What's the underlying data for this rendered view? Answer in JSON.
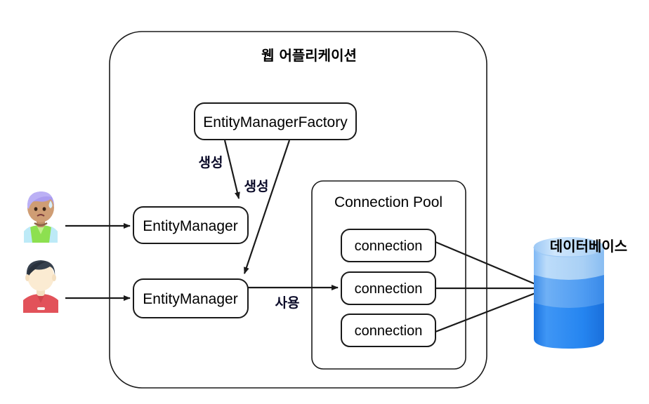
{
  "diagram": {
    "title": "웹 어플리케이션",
    "container_label": "웹 어플리케이션",
    "factory": {
      "label": "EntityManagerFactory"
    },
    "entity_managers": [
      {
        "label": "EntityManager"
      },
      {
        "label": "EntityManager"
      }
    ],
    "create_labels": [
      {
        "label": "생성"
      },
      {
        "label": "생성"
      }
    ],
    "use_label": "사용",
    "connection_pool": {
      "title": "Connection Pool",
      "connections": [
        {
          "label": "connection"
        },
        {
          "label": "connection"
        },
        {
          "label": "connection"
        }
      ]
    },
    "database": {
      "label": "데이터베이스",
      "colors": {
        "top_band": "#a9d0f5",
        "mid_band": "#5ba3f0",
        "bottom_band": "#2585f0",
        "cap": "#bcdcfa"
      }
    },
    "users": [
      {
        "name": "user-worried",
        "hair_color": "#ab9cf0",
        "skin_color": "#cf9d74",
        "shirt_color": "#8de050",
        "sweat_color": "#d6eefb"
      },
      {
        "name": "user-calm",
        "hair_color": "#36404d",
        "skin_color": "#fbebd2",
        "shirt_color": "#e2525a",
        "sweat_color": "#ffffff"
      }
    ],
    "colors": {
      "stroke": "#1a1a1a",
      "background": "#ffffff",
      "label_text": "#0a0a28"
    }
  }
}
